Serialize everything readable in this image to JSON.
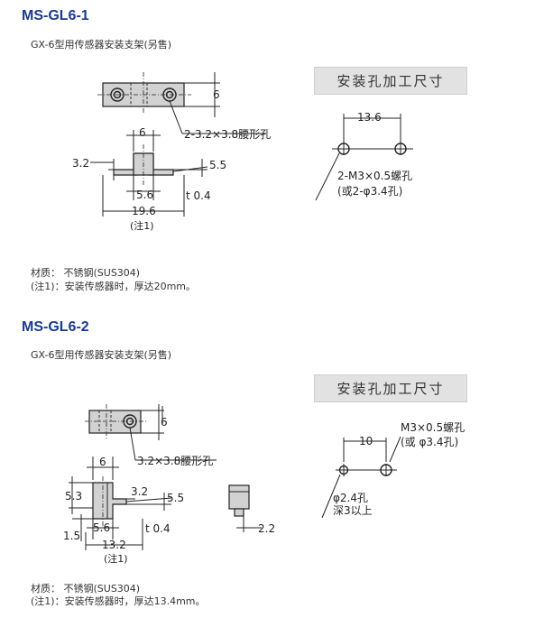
{
  "sections": [
    {
      "title": "MS-GL6-1",
      "subtitle": "GX-6型用传感器安装支架(另售)",
      "mount_header": "安装孔加工尺寸",
      "dims": {
        "h6": "6",
        "slot": "2-3.2×3.8腰形孔",
        "w6": "6",
        "d32": "3.2",
        "d55": "5.5",
        "d56": "5.6",
        "t04": "t 0.4",
        "d196": "19.6",
        "note1": "(注1)",
        "pitch": "13.6",
        "screw": "2-M3×0.5螺孔",
        "alt": "(或2-φ3.4孔)"
      },
      "material": "材质： 不锈钢(SUS304)",
      "remark": "(注1)：安装传感器时，厚达20mm。"
    },
    {
      "title": "MS-GL6-2",
      "subtitle": "GX-6型用传感器安装支架(另售)",
      "mount_header": "安装孔加工尺寸",
      "dims": {
        "h6": "6",
        "slot": "3.2×3.8腰形孔",
        "w6": "6",
        "d53": "5.3",
        "d32": "3.2",
        "d55": "5.5",
        "d56": "5.6",
        "t04": "t 0.4",
        "d15": "1.5",
        "d132": "13.2",
        "note1": "(注1)",
        "d22": "2.2",
        "screw": "M3×0.5螺孔",
        "alt": "(或 φ3.4孔)",
        "pitch": "10",
        "pin": "φ2.4孔",
        "depth": "深3以上"
      },
      "material": "材质： 不锈钢(SUS304)",
      "remark": "(注1)：安装传感器时，厚达13.4mm。"
    }
  ]
}
